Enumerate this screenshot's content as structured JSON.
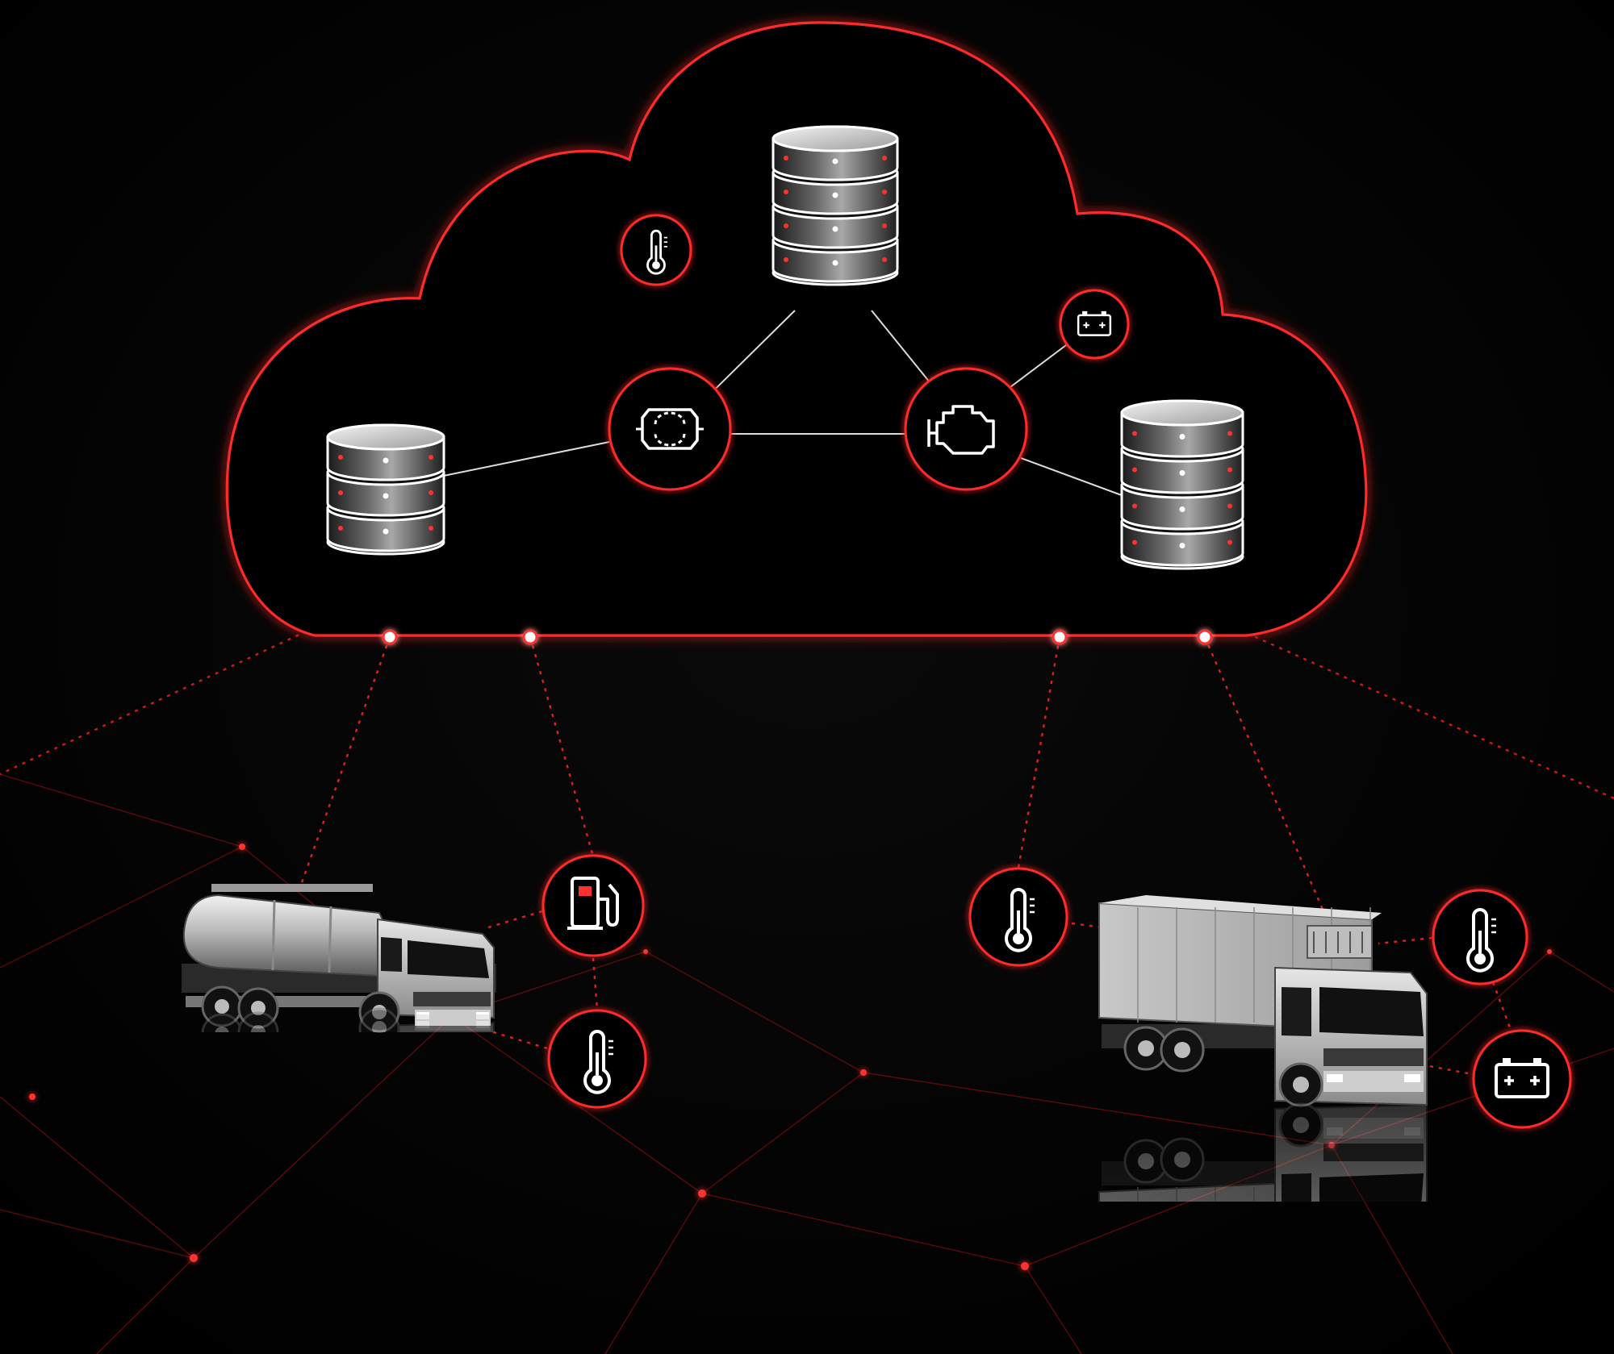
{
  "colors": {
    "background": "#000000",
    "accent_red": "#ff2a2a",
    "grid_red": "#8a0d0d",
    "line_white": "#e8e8e8",
    "metal_light": "#d8d8d8",
    "metal_dark": "#3a3a3a"
  },
  "cloud": {
    "servers": [
      {
        "id": "server-top",
        "icon": "database-server-icon",
        "units": 4
      },
      {
        "id": "server-left",
        "icon": "database-server-icon",
        "units": 3
      },
      {
        "id": "server-right",
        "icon": "database-server-icon",
        "units": 4
      }
    ],
    "hub_icons": [
      {
        "id": "hub-chip",
        "icon": "processor-chip-icon"
      },
      {
        "id": "hub-engine",
        "icon": "engine-icon"
      },
      {
        "id": "cloud-thermometer",
        "icon": "thermometer-icon"
      },
      {
        "id": "cloud-battery",
        "icon": "battery-icon"
      }
    ],
    "connection_nodes": 4
  },
  "vehicles": [
    {
      "id": "tanker-truck",
      "type": "tank truck",
      "sensors": [
        "fuel-pump-icon",
        "thermometer-icon"
      ]
    },
    {
      "id": "box-truck",
      "type": "refrigerated box truck",
      "sensors": [
        "thermometer-icon",
        "thermometer-icon",
        "battery-icon"
      ]
    }
  ]
}
